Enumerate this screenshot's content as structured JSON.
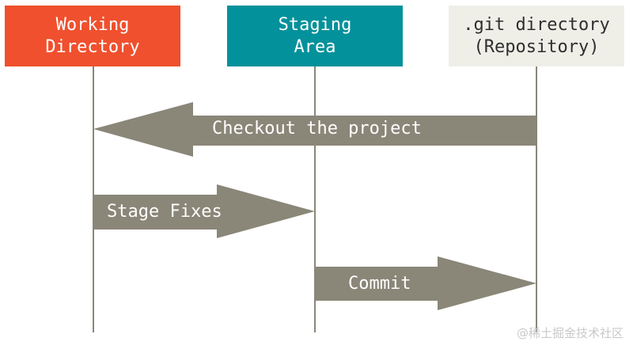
{
  "boxes": {
    "working_directory": {
      "line1": "Working",
      "line2": "Directory"
    },
    "staging_area": {
      "line1": "Staging",
      "line2": "Area"
    },
    "git_directory": {
      "line1": ".git directory",
      "line2": "(Repository)"
    }
  },
  "arrows": {
    "checkout": "Checkout the project",
    "stage": "Stage Fixes",
    "commit": "Commit"
  },
  "watermark": "@稀土掘金技术社区",
  "colors": {
    "working_directory_fill": "#f0502e",
    "staging_area_fill": "#03919b",
    "git_directory_fill": "#efefe8",
    "arrow_fill": "#8a8678"
  }
}
